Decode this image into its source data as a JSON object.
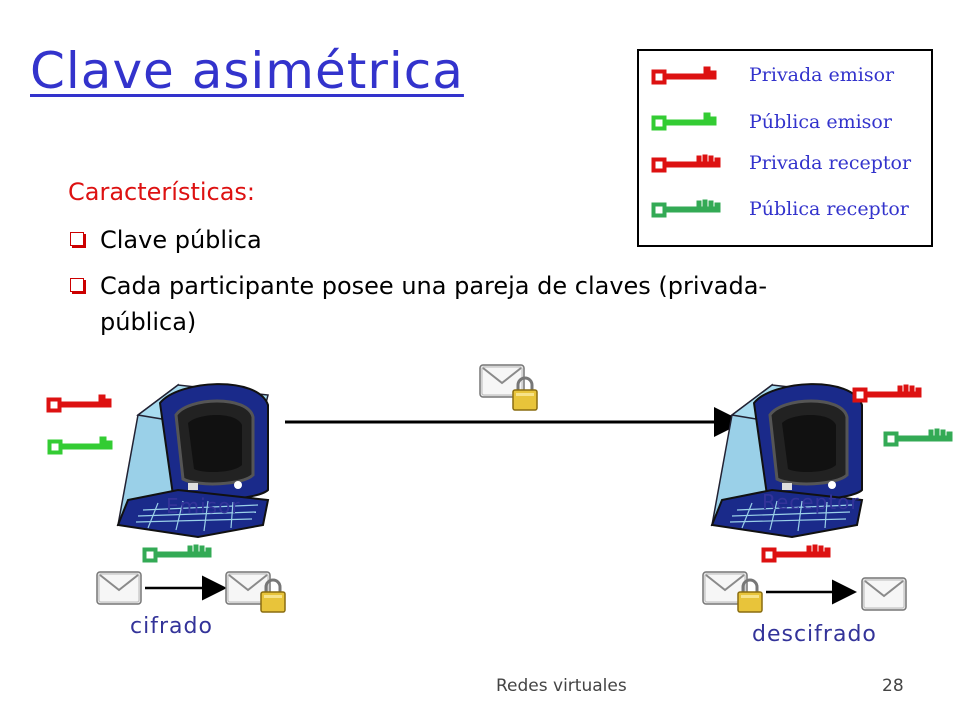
{
  "slide": {
    "title": "Clave asimétrica",
    "subheading": "Características:",
    "bullets": [
      "Clave pública",
      "Cada participante posee una pareja de claves (privada-pública)"
    ]
  },
  "legend": {
    "items": [
      {
        "label": "Privada emisor",
        "color": "#dd1111",
        "icon": "private-sender-key-icon"
      },
      {
        "label": "Pública emisor",
        "color": "#33cc33",
        "icon": "public-sender-key-icon"
      },
      {
        "label": "Privada receptor",
        "color": "#dd1111",
        "icon": "private-receiver-key-icon"
      },
      {
        "label": "Pública receptor",
        "color": "#33aa55",
        "icon": "public-receiver-key-icon"
      }
    ]
  },
  "diagram": {
    "sender_label": "Emisor",
    "receiver_label": "Receptor",
    "encrypt_label": "cifrado",
    "decrypt_label": "descifrado"
  },
  "footer": {
    "course": "Redes virtuales",
    "page": "28"
  },
  "colors": {
    "title": "#3333cc",
    "subheading": "#dd1111",
    "private_key": "#dd1111",
    "public_key": "#33cc33",
    "monitor": "#1a2a8a"
  }
}
